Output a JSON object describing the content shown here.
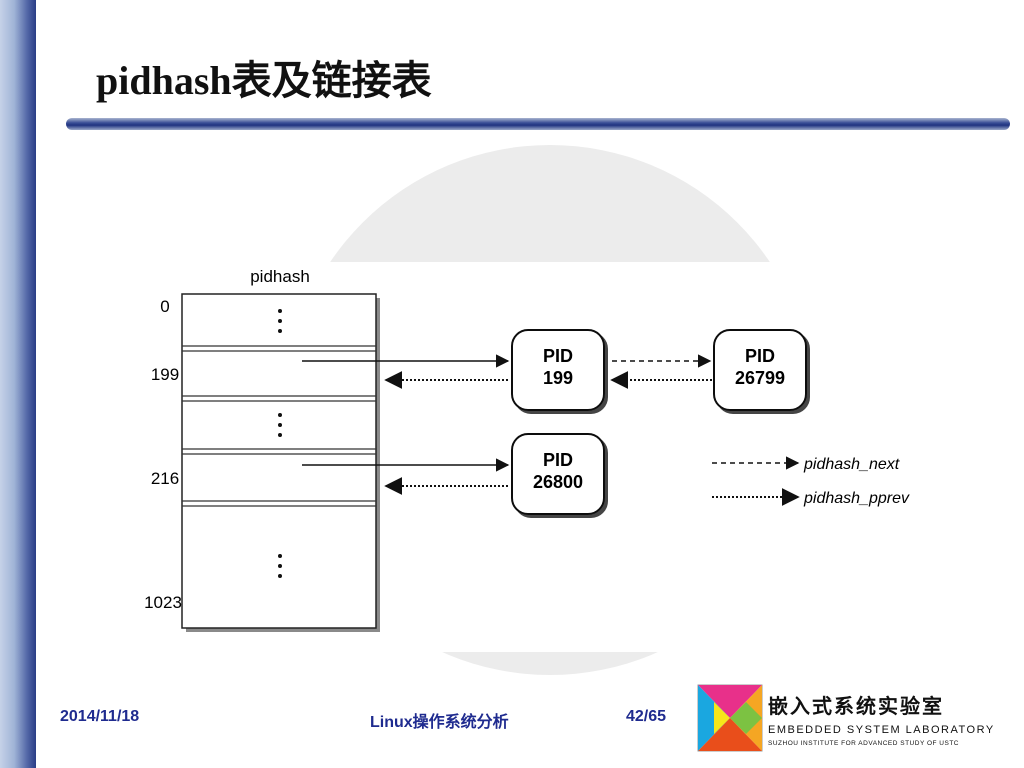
{
  "slide": {
    "title": "pidhash表及链接表",
    "date": "2014/11/18",
    "course": "Linux操作系统分析",
    "page": "42/65"
  },
  "diagram": {
    "table_label": "pidhash",
    "row_labels": [
      "0",
      "199",
      "216",
      "1023"
    ],
    "nodes": [
      {
        "line1": "PID",
        "line2": "199"
      },
      {
        "line1": "PID",
        "line2": "26799"
      },
      {
        "line1": "PID",
        "line2": "26800"
      }
    ],
    "legend": {
      "next": "pidhash_next",
      "pprev": "pidhash_pprev"
    }
  },
  "logo": {
    "name_cn": "嵌入式系统实验室",
    "name_en": "EMBEDDED SYSTEM LABORATORY",
    "institute": "SUZHOU INSTITUTE FOR ADVANCED STUDY OF USTC",
    "colors": [
      "#e8308a",
      "#f5a623",
      "#1aa7e0",
      "#7cc242",
      "#f7e61a",
      "#e94e1b"
    ]
  }
}
